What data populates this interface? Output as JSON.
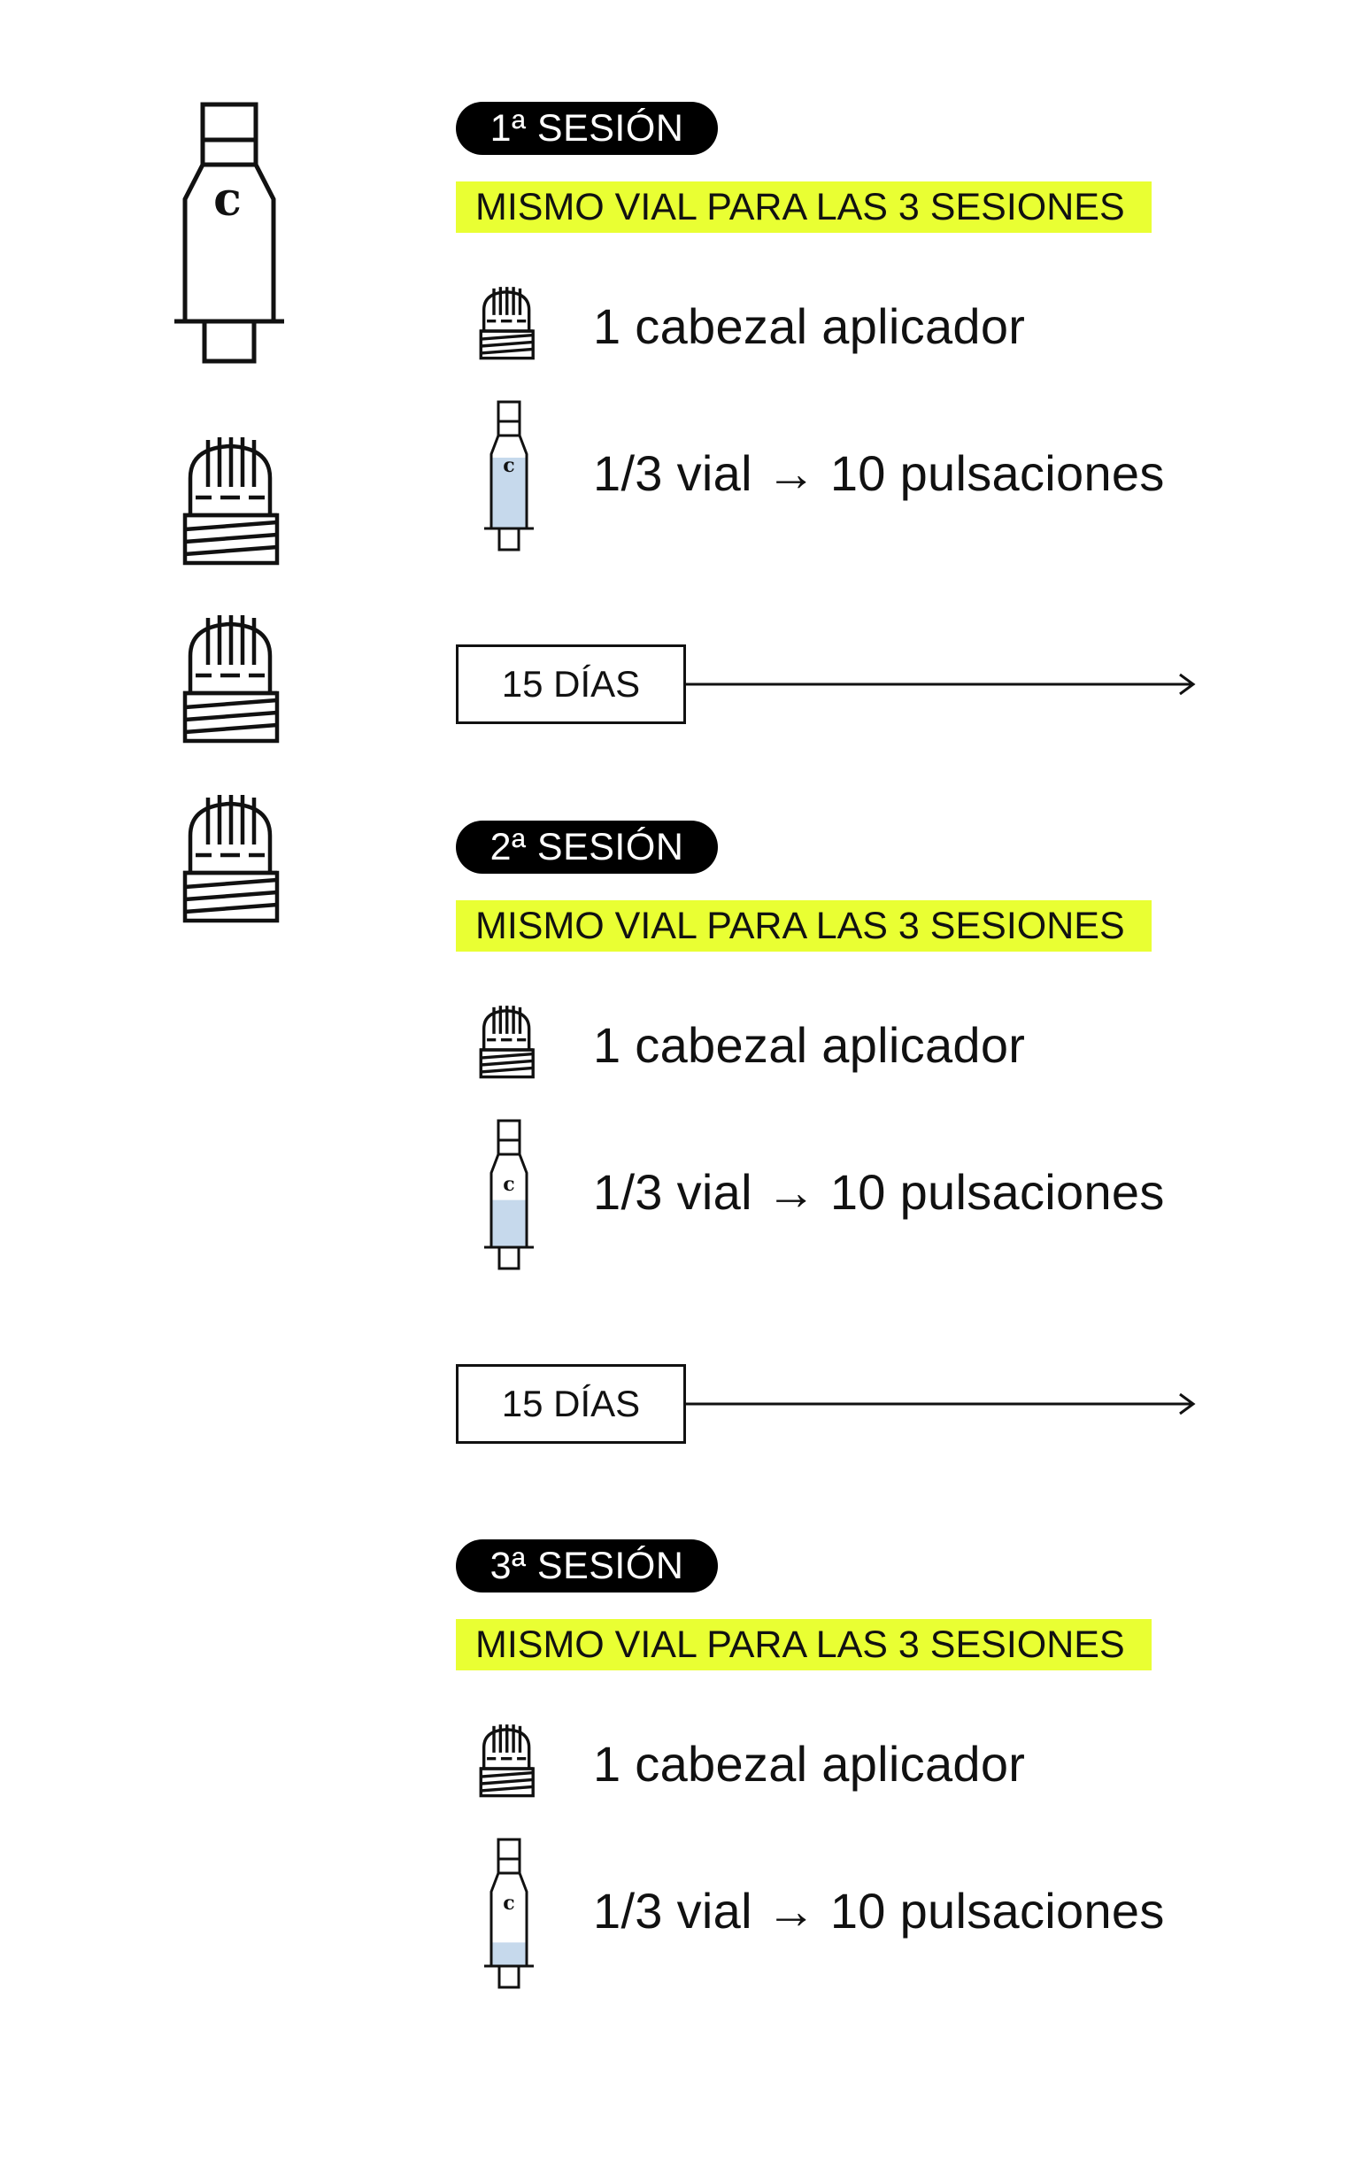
{
  "left_column": {
    "vial_icon": "vial-large-icon",
    "vial_logo": "c",
    "head_icon": "applicator-head-icon",
    "head_count": 3
  },
  "sessions": [
    {
      "label": "1ª SESIÓN",
      "banner": "MISMO VIAL PARA LAS 3 SESIONES",
      "head_text": "1 cabezal aplicador",
      "vial_text": "1/3 vial → 10 pulsaciones",
      "vial_fill": 1.0
    },
    {
      "label": "2ª SESIÓN",
      "banner": "MISMO VIAL PARA LAS 3 SESIONES",
      "head_text": "1 cabezal aplicador",
      "vial_text": "1/3 vial → 10 pulsaciones",
      "vial_fill": 0.667
    },
    {
      "label": "3ª SESIÓN",
      "banner": "MISMO VIAL PARA LAS 3 SESIONES",
      "head_text": "1 cabezal aplicador",
      "vial_text": "1/3 vial → 10 pulsaciones",
      "vial_fill": 0.333
    }
  ],
  "intervals": [
    {
      "label": "15 DÍAS"
    },
    {
      "label": "15 DÍAS"
    }
  ],
  "colors": {
    "banner_yellow": "#e9ff33",
    "pill_black": "#000000",
    "vial_liquid": "#c6d9ec",
    "line": "#111111"
  }
}
